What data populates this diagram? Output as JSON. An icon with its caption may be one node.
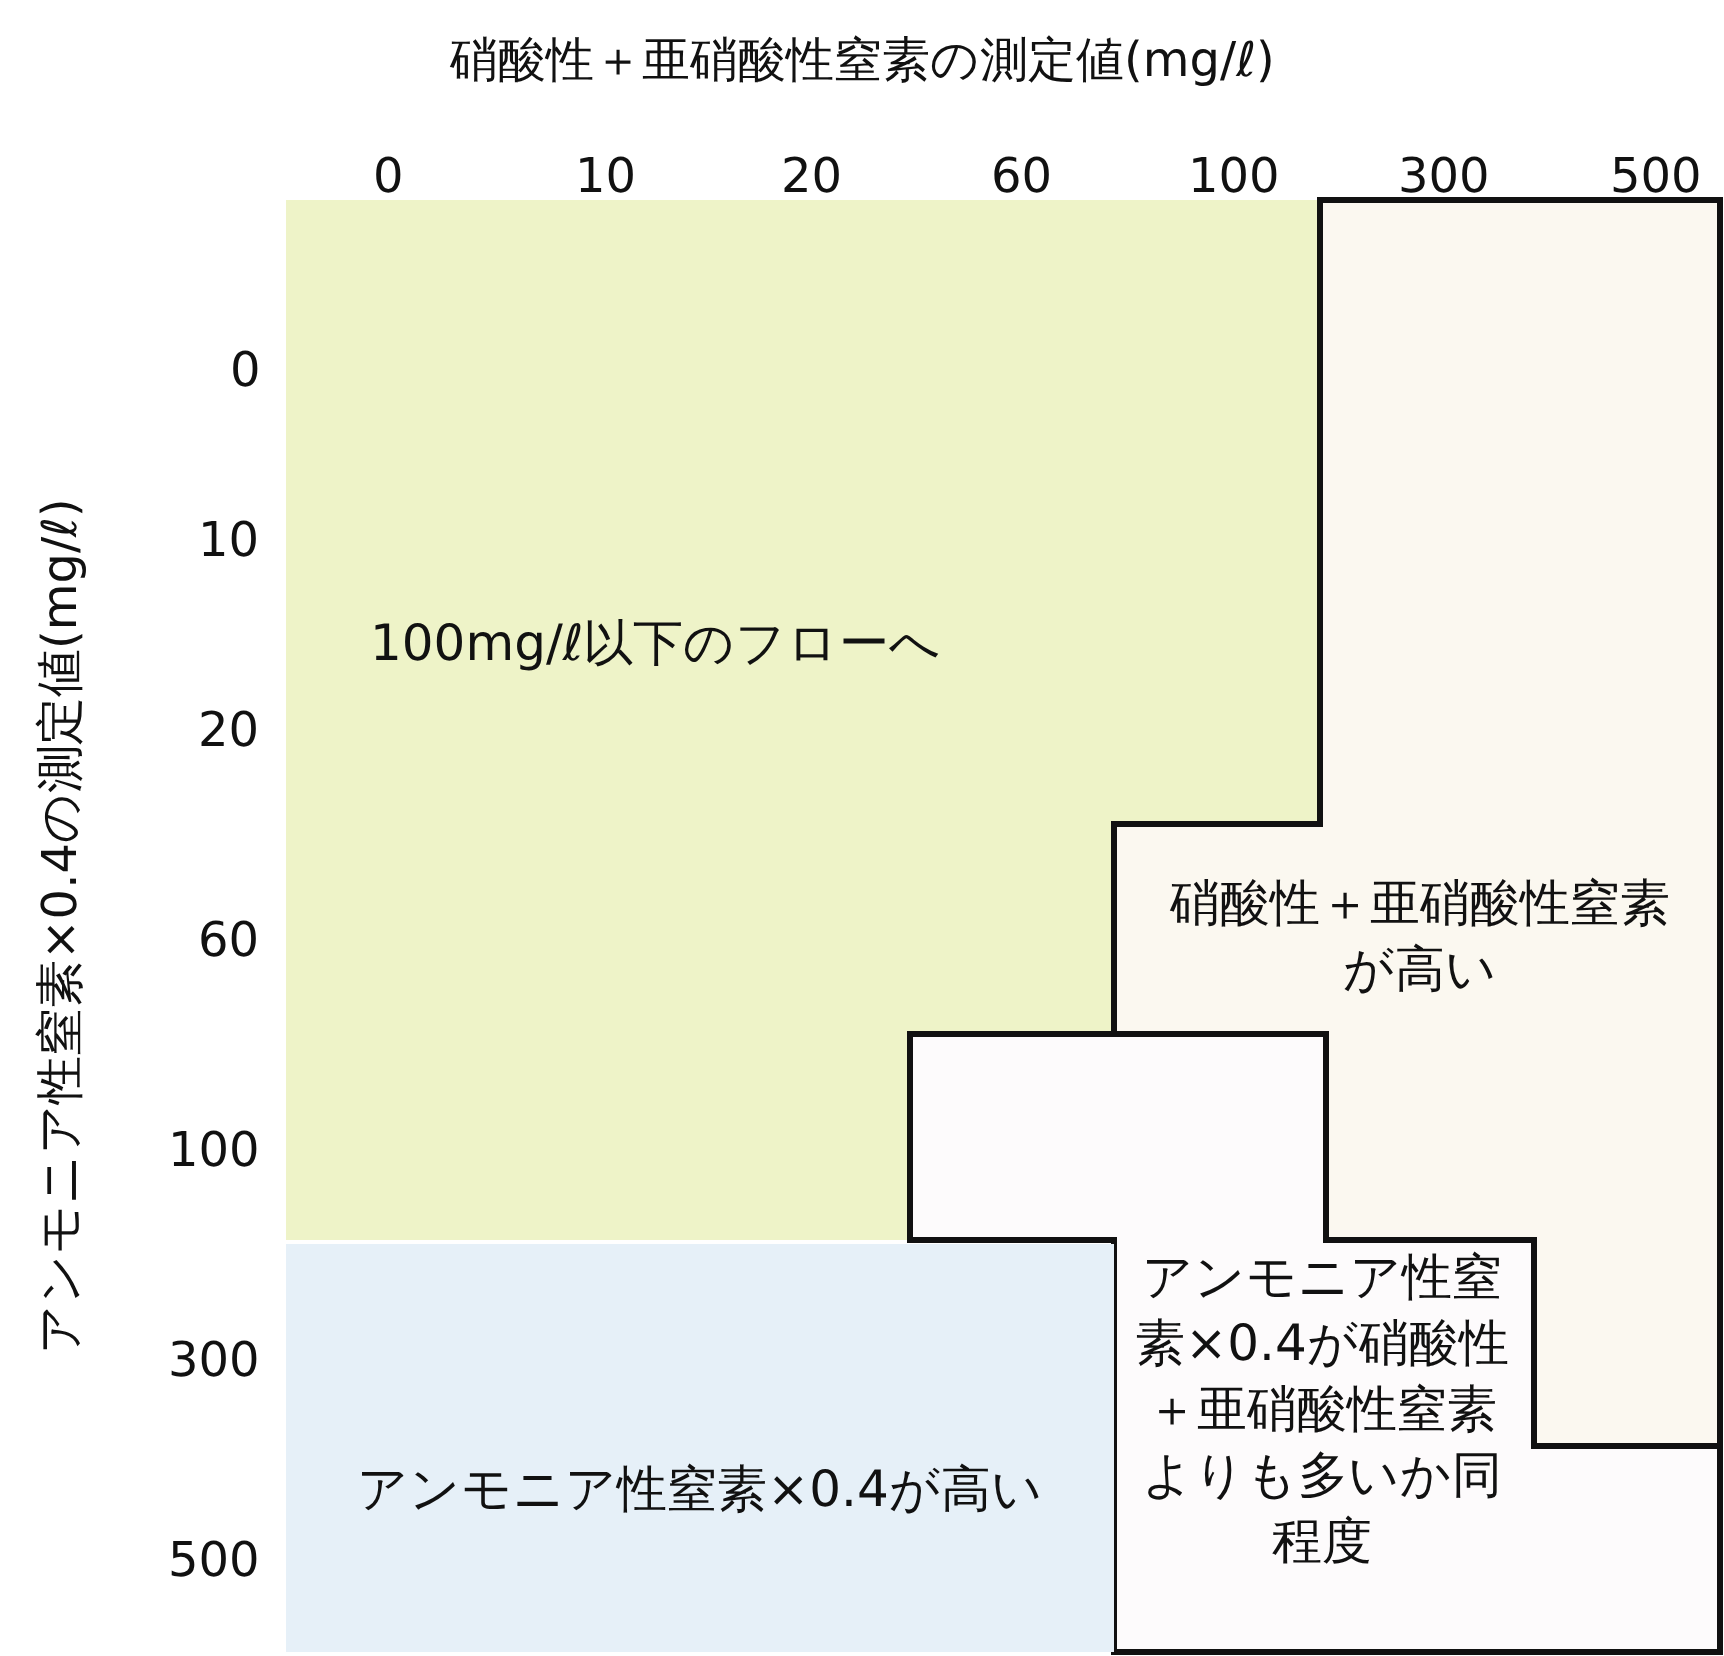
{
  "diagram": {
    "nodes": [
      {
        "text": [
          "100mg/ℓ以下のフローへ"
        ]
      },
      {
        "text": [
          "硝酸性＋亜硝酸性窒素が高い"
        ]
      },
      {
        "text": [
          "アンモニア性窒素×0.4が硝酸性＋亜硝酸性窒素よりも多いか同程度"
        ]
      },
      {
        "text": [
          "アンモニア性窒素×0.4が高い"
        ]
      }
    ],
    "labels": [
      "硝酸性＋亜硝酸性窒素の測定値(mg/ℓ)",
      "0",
      "10",
      "20",
      "60",
      "100",
      "300",
      "500",
      "アンモニア性窒素×0.4の測定値(mg/ℓ)",
      "0",
      "10",
      "20",
      "60",
      "100",
      "300",
      "500"
    ]
  }
}
